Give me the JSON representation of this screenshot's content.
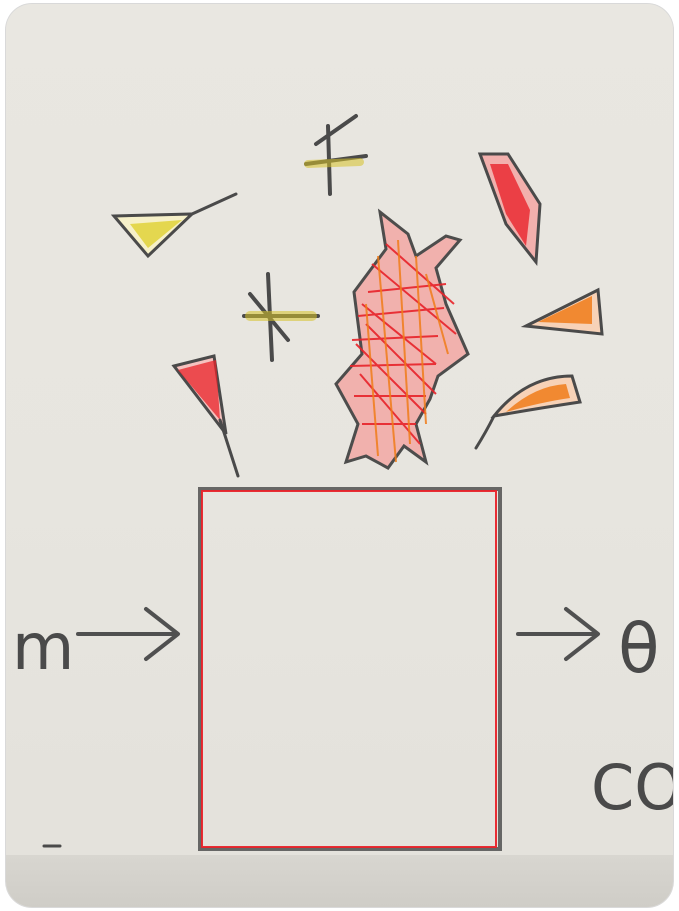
{
  "diagram": {
    "input_label": "m",
    "output_label": "θ",
    "output_sublabel": "CO"
  },
  "colors": {
    "paper": "#e7e5df",
    "pencil": "#3b3b3b",
    "red": "#e8232a",
    "orange": "#f07d1a",
    "yellow": "#d6c22a"
  }
}
